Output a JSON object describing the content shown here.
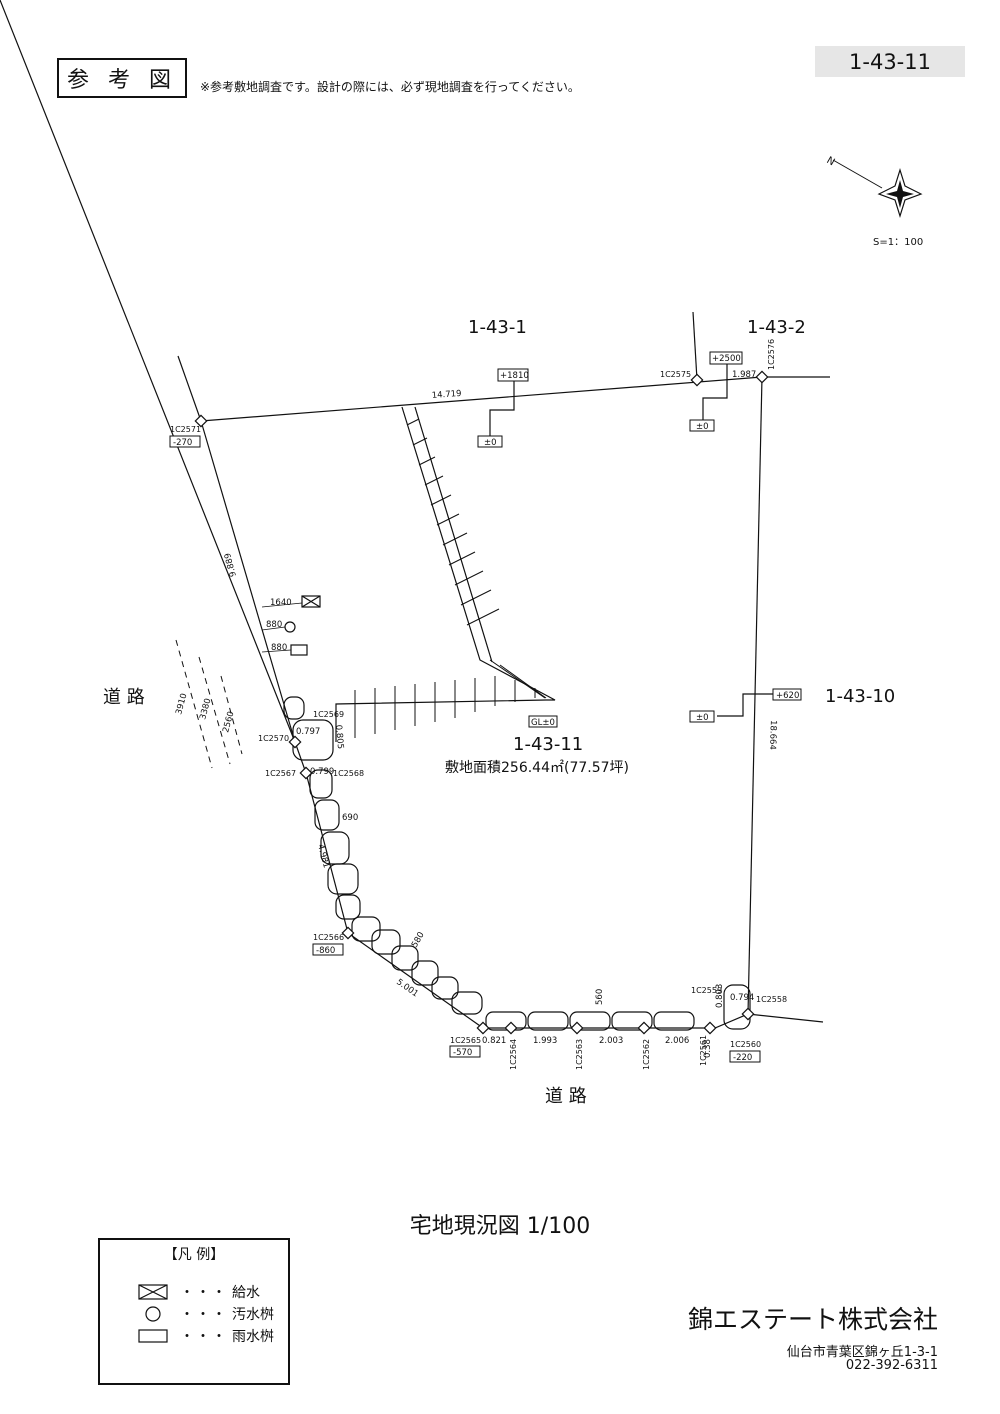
{
  "header": {
    "ref_label": "参 考 図",
    "note": "※参考敷地調査です。設計の際には、必ず現地調査を行ってください。",
    "lot_id": "1-43-11"
  },
  "compass": {
    "north_label": "N",
    "scale": "S=1：100"
  },
  "plan": {
    "neighbors": {
      "n1": "1-43-1",
      "n2": "1-43-2",
      "n10": "1-43-10"
    },
    "road_left": "道 路",
    "road_bottom": "道 路",
    "lot_label": "1-43-11",
    "area": "敷地面積256.44㎡(77.57坪)",
    "gl": "GL±0",
    "points": {
      "p2575": "1C2575",
      "p2576": "1C2576",
      "p2571": "1C2571",
      "p2569": "1C2569",
      "p2570": "1C2570",
      "p2567": "1C2567",
      "p2568": "1C2568",
      "p2566": "1C2566",
      "p2565": "1C2565",
      "p2564": "1C2564",
      "p2563": "1C2563",
      "p2562": "1C2562",
      "p2561": "1C2561",
      "p2560": "1C2560",
      "p2559": "1C2559",
      "p2558": "1C2558"
    },
    "levels": {
      "l2571": "-270",
      "l2566": "-860",
      "l2565": "-570",
      "l2560": "-220",
      "l1810": "+1810",
      "l1810b": "±0",
      "l2500": "+2500",
      "l2500b": "±0",
      "l620": "+620",
      "l620b": "±0"
    },
    "dims": {
      "top": "14.719",
      "top_right": "1.987",
      "left": "9.889",
      "right": "18.664",
      "d0797": "0.797",
      "d0805": "0.805",
      "d0799": "0.799",
      "d4981": "4.981",
      "d5001": "5.001",
      "d0821": "0.821",
      "d1993": "1.993",
      "d2003": "2.003",
      "d2006": "2.006",
      "d038": "0.38",
      "d0803": "0.803",
      "d0794": "0.794",
      "d690": "690",
      "d580": "580",
      "d560": "560",
      "d1640": "1640",
      "d880a": "880",
      "d880b": "880",
      "d3910": "3910",
      "d3380": "3380",
      "d2560": "2560"
    }
  },
  "drawing_title": "宅地現況図 1/100",
  "legend": {
    "title": "【凡 例】",
    "dots": "・・・",
    "items": [
      "給水",
      "汚水桝",
      "雨水桝"
    ]
  },
  "company": {
    "name": "錦エステート株式会社",
    "address": "仙台市青葉区錦ヶ丘1-3-1",
    "tel": "022-392-6311"
  }
}
